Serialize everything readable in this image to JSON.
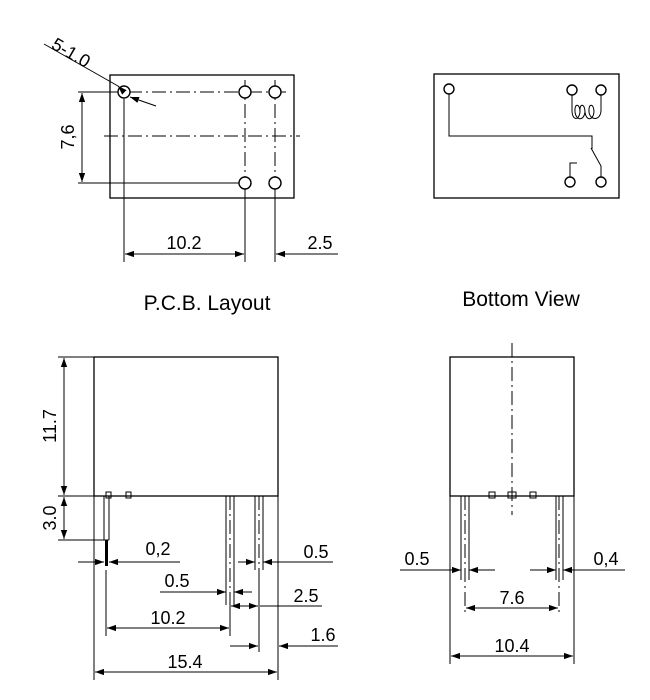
{
  "captions": {
    "pcb_layout": "P.C.B. Layout",
    "bottom_view": "Bottom View"
  },
  "pcb_dims": {
    "hole_dia": "5-1.0",
    "pitch_v": "7,6",
    "span_h": "10.2",
    "pitch_h": "2.5"
  },
  "side_dims": {
    "body_height": "11.7",
    "pin_length": "3.0",
    "pin_thk_left": "0,2",
    "pin_w_mid": "0.5",
    "pin_w_right": "0.5",
    "pin_pitch": "2.5",
    "pin_span": "10.2",
    "pin_offset": "1.6",
    "body_length": "15.4"
  },
  "end_dims": {
    "pin_w_left": "0.5",
    "pin_thk_right": "0,4",
    "pin_span": "7.6",
    "body_width": "10.4"
  }
}
